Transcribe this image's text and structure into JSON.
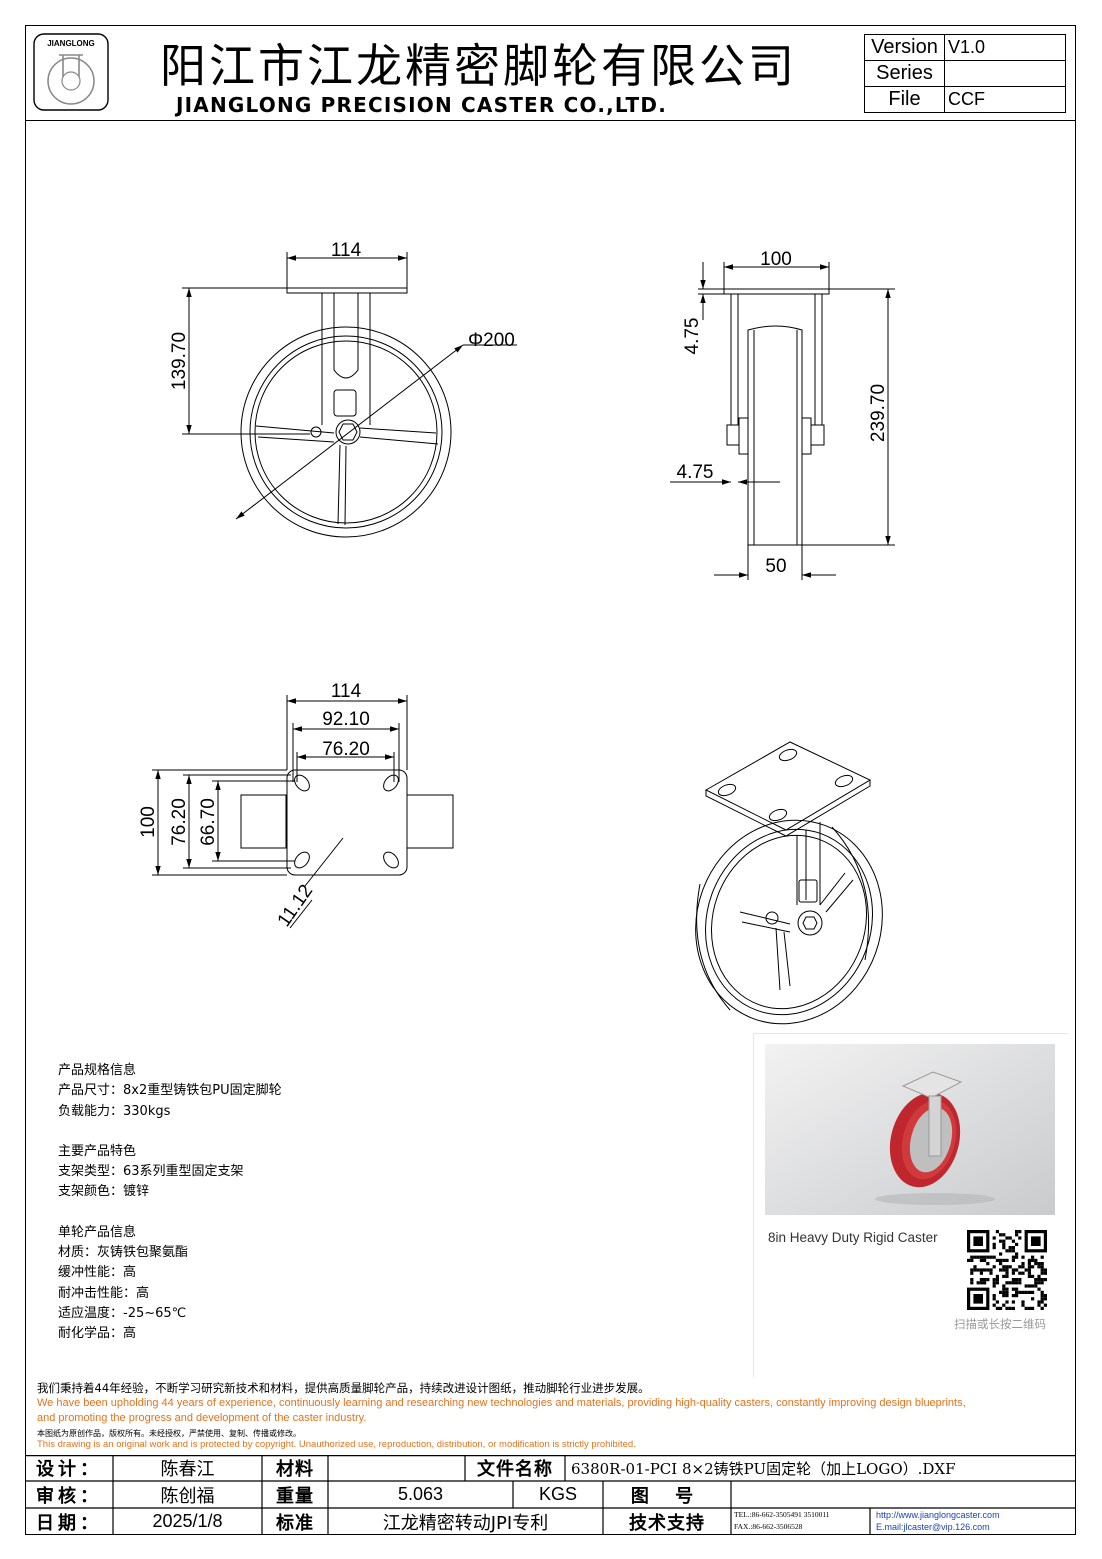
{
  "header": {
    "company_cn": "阳江市江龙精密脚轮有限公司",
    "company_en": "JIANGLONG PRECISION CASTER CO.,LTD.",
    "logo_text": "JIANGLONG",
    "version_label": "Version",
    "version_value": "V1.0",
    "series_label": "Series",
    "series_value": "",
    "file_label": "File",
    "file_value": "CCF"
  },
  "dimensions": {
    "side_width": "114",
    "side_height": "139.70",
    "wheel_diameter": "200",
    "front_plate_width": "100",
    "front_plate_thickness": "4.75",
    "front_leg_thickness": "4.75",
    "front_total_height": "239.70",
    "front_wheel_width": "50",
    "top_plate_width": "114",
    "top_hole_spacing_x": "92.10",
    "top_hole_spacing_x2": "76.20",
    "top_plate_depth": "100",
    "top_hole_spacing_y": "76.20",
    "top_hole_spacing_y2": "66.70",
    "top_slot_width": "11.12"
  },
  "specs": {
    "section1_title": "产品规格信息",
    "section1_lines": [
      "产品尺寸：8x2重型铸铁包PU固定脚轮",
      "负载能力：330kgs"
    ],
    "section2_title": "主要产品特色",
    "section2_lines": [
      "支架类型：63系列重型固定支架",
      "支架颜色：镀锌"
    ],
    "section3_title": "单轮产品信息",
    "section3_lines": [
      "材质：灰铸铁包聚氨酯",
      "缓冲性能：高",
      "耐冲击性能：高",
      "适应温度：-25~65℃",
      "耐化学品：高"
    ]
  },
  "photo": {
    "caption": "8in Heavy Duty Rigid Caster",
    "qr_caption": "扫描或长按二维码"
  },
  "notes": {
    "statement_cn": "我们秉持着44年经验，不断学习研究新技术和材料，提供高质量脚轮产品，持续改进设计图纸，推动脚轮行业进步发展。",
    "statement_en_1": "We have been upholding 44 years of experience, continuously learning and researching new technologies and materials, providing high-quality casters, constantly improving design blueprints,",
    "statement_en_2": "and promoting the progress and development of the caster industry.",
    "copyright_cn": "本图纸为原创作品，版权所有。未经授权，严禁使用、复制、传播或修改。",
    "copyright_en": "This drawing is an original work and is protected by copyright. Unauthorized use, reproduction, distribution, or modification is strictly prohibited."
  },
  "title_block": {
    "design_label": "设计：",
    "designer": "陈春江",
    "material_label": "材料",
    "material_value": "",
    "filename_label": "文件名称",
    "filename_value": "6380R-01-PCI 8×2铸铁PU固定轮（加上LOGO）.DXF",
    "review_label": "审核：",
    "reviewer": "陈创福",
    "weight_label": "重量",
    "weight_value": "5.063",
    "weight_unit": "KGS",
    "drawing_no_label": "图 号",
    "drawing_no_value": "",
    "date_label": "日期：",
    "date_value": "2025/1/8",
    "standard_label": "标准",
    "standard_value": "江龙精密转动JPI专利",
    "support_label": "技术支持",
    "tel": "TEL.:86-662-3505491 3510011",
    "fax": "FAX.:86-662-3506528",
    "website": "http://www.jianglongcaster.com",
    "email": "E.mail:jlcaster@vip.126.com"
  }
}
